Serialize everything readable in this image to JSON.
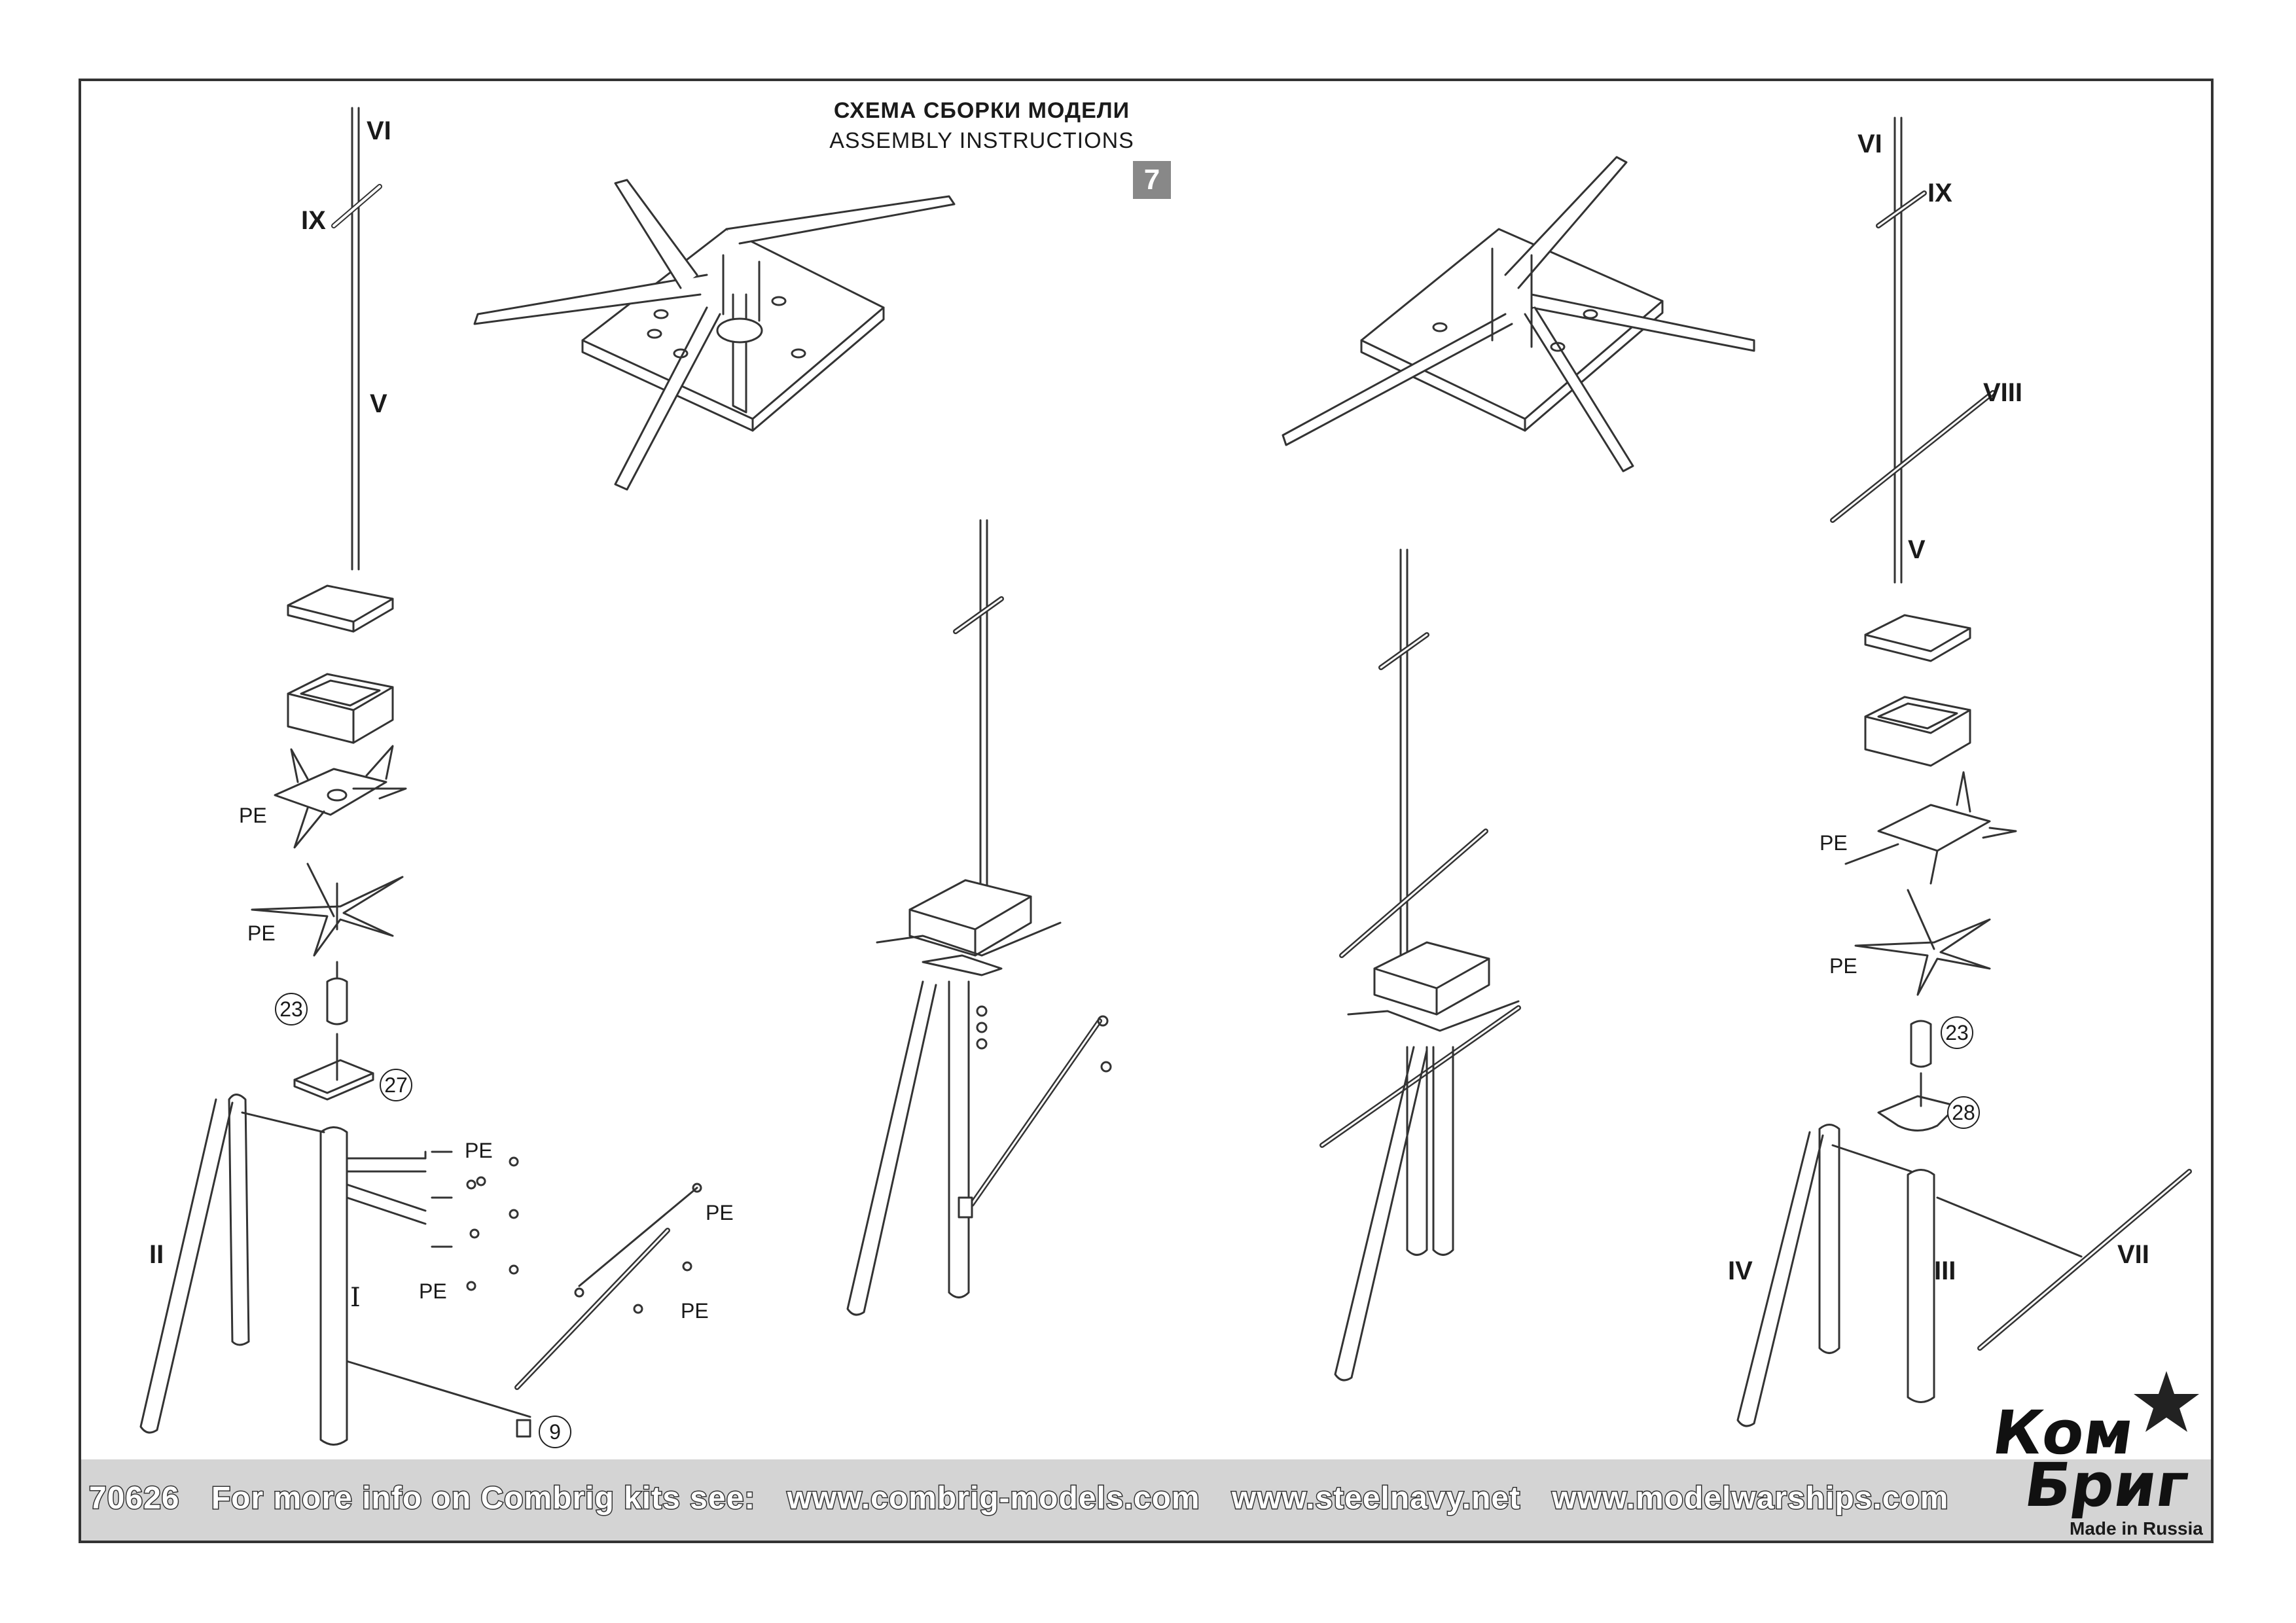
{
  "header": {
    "title_ru": "СХЕМА СБОРКИ МОДЕЛИ",
    "title_en": "ASSEMBLY INSTRUCTIONS",
    "step": "7"
  },
  "labels": {
    "vi": "VI",
    "ix": "IX",
    "v": "V",
    "ii": "II",
    "i": "I",
    "iii": "III",
    "iv": "IV",
    "vii": "VII",
    "viii": "VIII",
    "pe": "PE",
    "n23": "23",
    "n27": "27",
    "n9": "9",
    "n28": "28"
  },
  "footer": {
    "kit_no": "70626",
    "info": "For more info on Combrig kits see:",
    "site1": "www.combrig-models.com",
    "site2": "www.steelnavy.net",
    "site3": "www.modelwarships.com"
  },
  "logo": {
    "line1": "Ком",
    "line2": "Бриг",
    "made": "Made in Russia"
  },
  "colors": {
    "line": "#333333",
    "footer": "#d4d4d4",
    "step_box": "#888888"
  }
}
